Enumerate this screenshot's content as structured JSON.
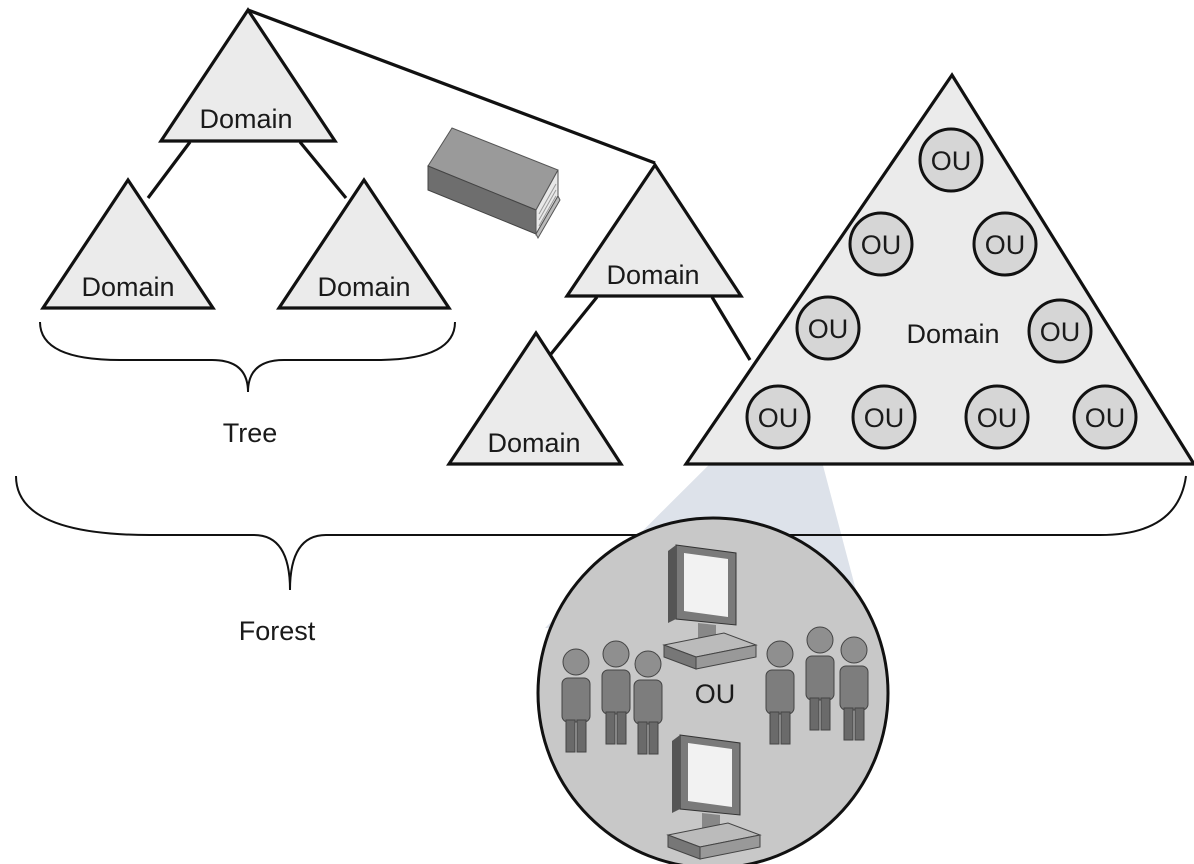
{
  "diagram": {
    "domain_label": "Domain",
    "ou_label": "OU",
    "tree_label": "Tree",
    "forest_label": "Forest",
    "zoom_ou_label": "OU"
  },
  "colors": {
    "triangle_fill": "#ebebeb",
    "ou_fill": "#d6d6d6",
    "zoom_circle_fill": "#c8c8c8",
    "zoom_cone_fill": "#dde2ea",
    "stroke": "#111111"
  },
  "icons": [
    "book-icon",
    "computer-icon",
    "users-group-icon"
  ]
}
